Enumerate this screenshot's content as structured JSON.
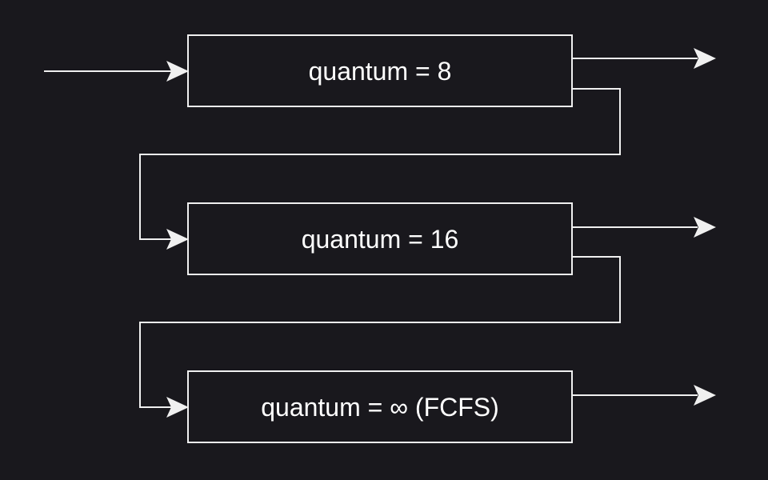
{
  "queues": [
    {
      "label": "quantum = 8"
    },
    {
      "label": "quantum = 16"
    },
    {
      "label": "quantum = ∞ (FCFS)"
    }
  ],
  "colors": {
    "background": "#19181d",
    "stroke": "#f0f0f0",
    "text": "#ffffff"
  }
}
